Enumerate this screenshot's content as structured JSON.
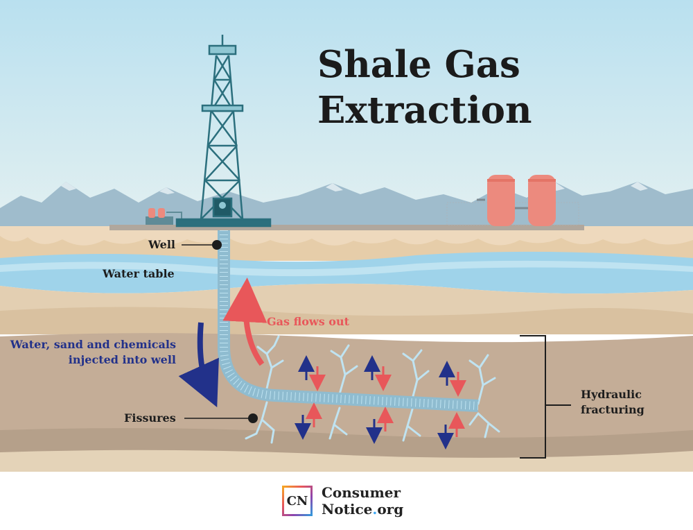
{
  "title": {
    "line1": "Shale Gas",
    "line2": "Extraction"
  },
  "labels": {
    "well": "Well",
    "water_table": "Water table",
    "gas_flows_out": "Gas flows out",
    "injected_line1": "Water, sand and chemicals",
    "injected_line2": "injected into well",
    "fissures": "Fissures",
    "hydraulic_line1": "Hydraulic",
    "hydraulic_line2": "fracturing"
  },
  "logo": {
    "mark": "CN",
    "line1": "Consumer",
    "line2_a": "Notice",
    "line2_dot": ".",
    "line2_b": "org"
  },
  "colors": {
    "sky_top": "#bfe3f1",
    "sky_bottom": "#d9edf3",
    "water": "#9fd3ea",
    "gas_arrow": "#e8575a",
    "injection_arrow": "#22318a",
    "derrick": "#2b6f7d",
    "tank": "#ec8a7e"
  }
}
